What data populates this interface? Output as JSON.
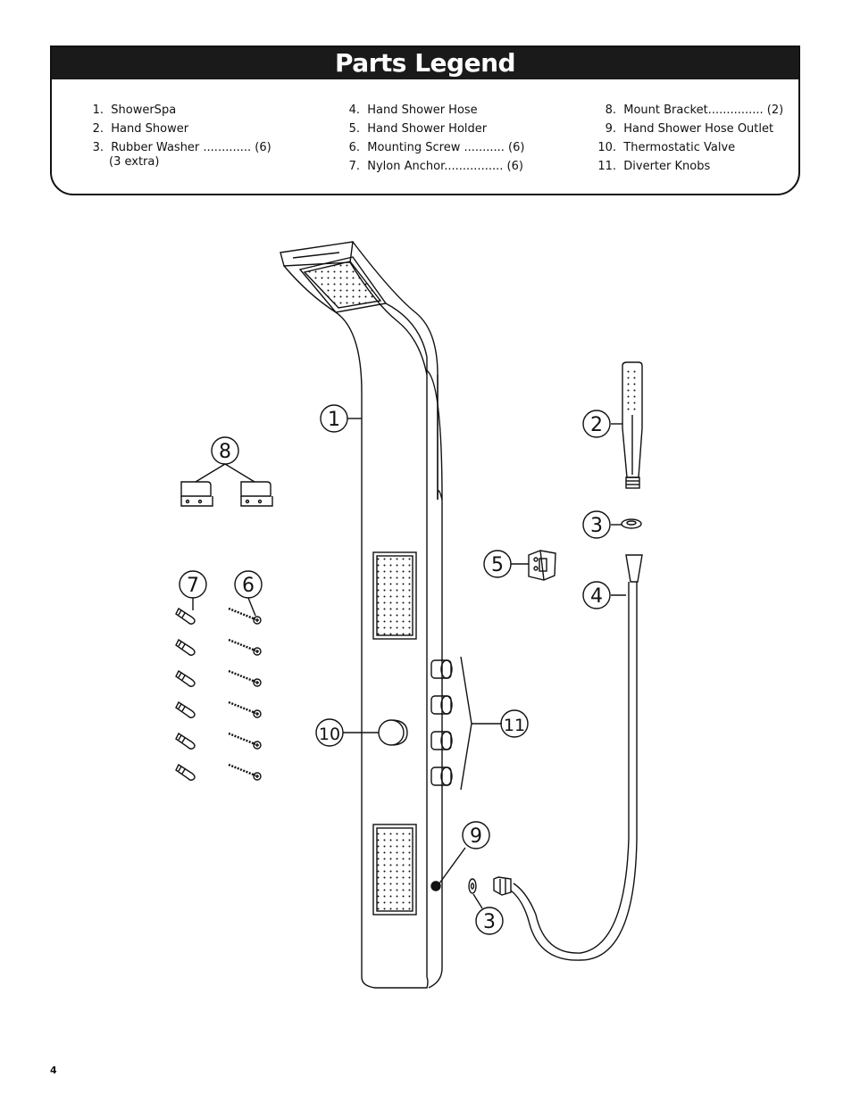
{
  "title": "Parts Legend",
  "legend": {
    "col1": [
      {
        "num": "1.",
        "label": "ShowerSpa"
      },
      {
        "num": "2.",
        "label": "Hand Shower"
      },
      {
        "num": "3.",
        "label": "Rubber Washer ............. (6)"
      }
    ],
    "col1_extra": "(3 extra)",
    "col2": [
      {
        "num": "4.",
        "label": "Hand Shower Hose"
      },
      {
        "num": "5.",
        "label": "Hand Shower Holder"
      },
      {
        "num": "6.",
        "label": "Mounting Screw ........... (6)"
      },
      {
        "num": "7.",
        "label": "Nylon Anchor................ (6)"
      }
    ],
    "col3": [
      {
        "num": "8.",
        "label": "Mount Bracket............... (2)"
      },
      {
        "num": "9.",
        "label": "Hand Shower Hose Outlet"
      },
      {
        "num": "10.",
        "label": "Thermostatic Valve"
      },
      {
        "num": "11.",
        "label": "Diverter Knobs"
      }
    ]
  },
  "callouts": {
    "c1": "1",
    "c2": "2",
    "c3a": "3",
    "c3b": "3",
    "c4": "4",
    "c5": "5",
    "c6": "6",
    "c7": "7",
    "c8": "8",
    "c9": "9",
    "c10": "10",
    "c11": "11"
  },
  "page_number": "4"
}
